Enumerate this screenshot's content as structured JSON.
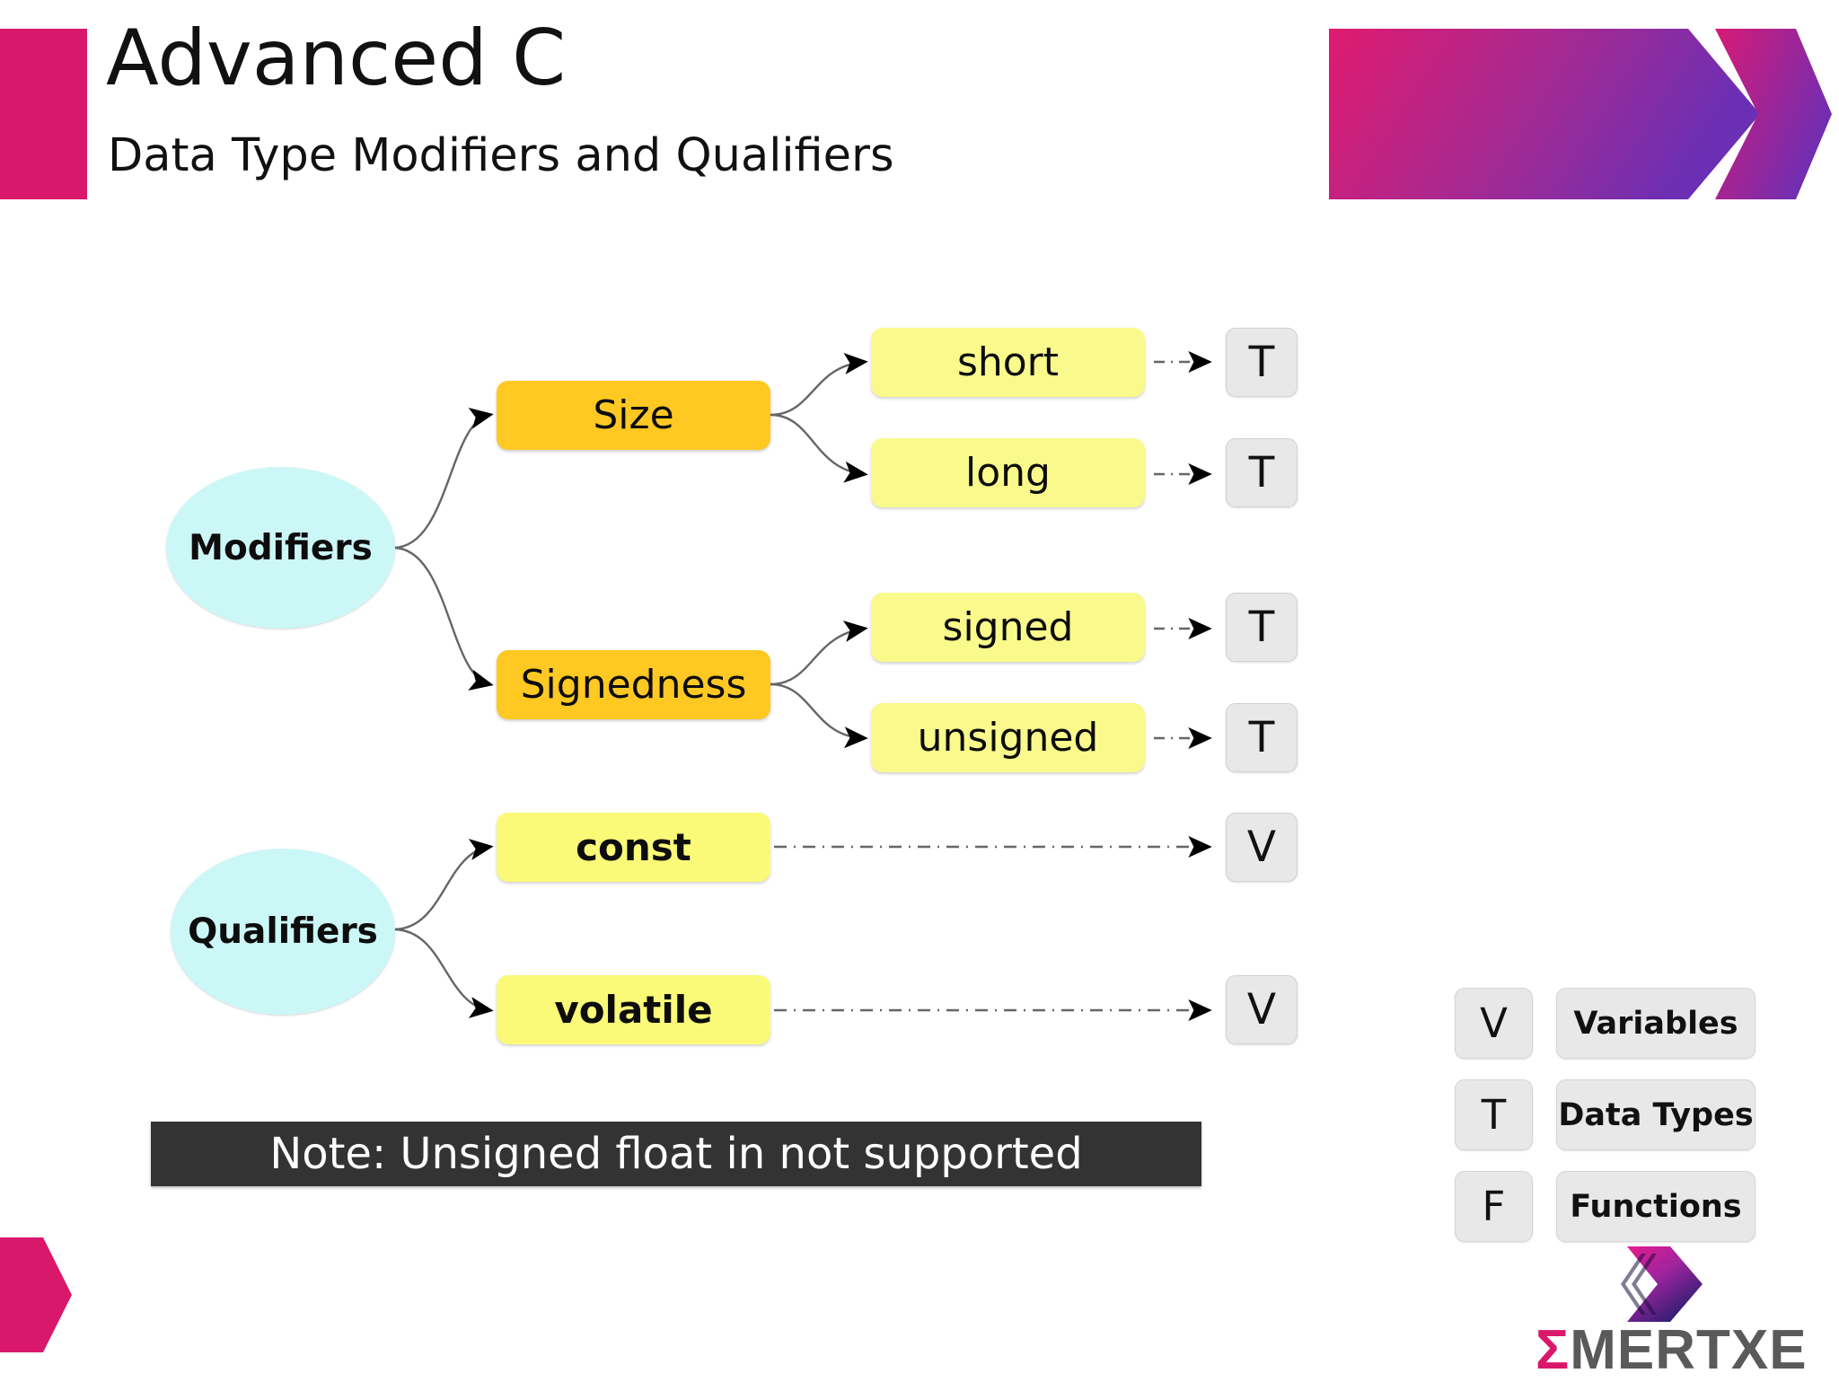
{
  "header": {
    "title": "Advanced C",
    "subtitle": "Data Type Modifiers and Qualifiers",
    "accent_color": "#d9186c",
    "banner_gradient_from": "#e01a6f",
    "banner_gradient_to": "#6a2fb5"
  },
  "diagram": {
    "roots": [
      {
        "id": "modifiers",
        "label": "Modifiers"
      },
      {
        "id": "qualifiers",
        "label": "Qualifiers"
      }
    ],
    "categories": [
      {
        "id": "size",
        "label": "Size",
        "color": "#ffc822"
      },
      {
        "id": "signedness",
        "label": "Signedness",
        "color": "#ffc822"
      }
    ],
    "leaves": [
      {
        "id": "short",
        "label": "short",
        "badge": "T",
        "color": "#fafa8c"
      },
      {
        "id": "long",
        "label": "long",
        "badge": "T",
        "color": "#fafa8c"
      },
      {
        "id": "signed",
        "label": "signed",
        "badge": "T",
        "color": "#fafa8c"
      },
      {
        "id": "unsigned",
        "label": "unsigned",
        "badge": "T",
        "color": "#fafa8c"
      },
      {
        "id": "const",
        "label": "const",
        "badge": "V",
        "color": "#fafa78"
      },
      {
        "id": "volatile",
        "label": "volatile",
        "badge": "V",
        "color": "#fafa78"
      }
    ],
    "badges": {
      "short": "T",
      "long": "T",
      "signed": "T",
      "unsigned": "T",
      "const": "V",
      "volatile": "V"
    }
  },
  "note": {
    "text": "Note: Unsigned float in not supported",
    "background": "#333333"
  },
  "legend": {
    "items": [
      {
        "key": "V",
        "label": "Variables"
      },
      {
        "key": "T",
        "label": "Data Types"
      },
      {
        "key": "F",
        "label": "Functions"
      }
    ],
    "badge_color": "#e8e8e8"
  },
  "footer": {
    "logo_sigma": "Ʃ",
    "logo_text": "MERTXE",
    "logo_accent": "#d9186c",
    "logo_word_color": "#5a5a5a"
  }
}
